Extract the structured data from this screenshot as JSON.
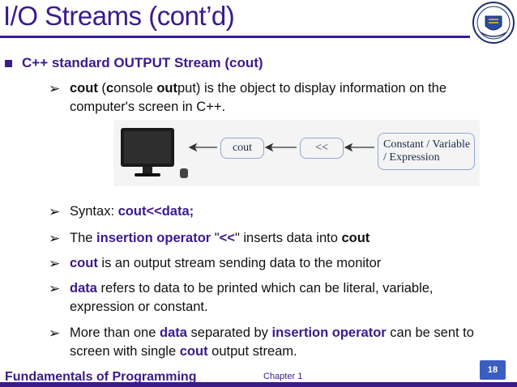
{
  "slide": {
    "title": "I/O Streams (cont’d)",
    "heading": "C++ standard OUTPUT Stream (cout)",
    "p1": {
      "w1": "cout",
      "w2": " (",
      "w3": "c",
      "w4": "onsole ",
      "w5": "out",
      "w6": "put) is the object to display information on the computer's screen in C++."
    },
    "diagram": {
      "box1": "cout",
      "box2": "<<",
      "box3_line1": "Constant / Variable",
      "box3_line2": "/ Expression"
    },
    "p2": {
      "w1": "Syntax: ",
      "w2": "cout<<data;"
    },
    "p3": {
      "w1": "The ",
      "w2": "insertion operator",
      "w3": " \"",
      "w4": "<<",
      "w5": "\" inserts data into ",
      "w6": "cout"
    },
    "p4": {
      "w1": "cout",
      "w2": " is an output stream sending data to the monitor"
    },
    "p5": {
      "w1": "data",
      "w2": " refers to data to be printed which can be literal, variable, expression or constant."
    },
    "p6": {
      "w1": "More than one ",
      "w2": "data",
      "w3": " separated by ",
      "w4": "insertion operator",
      "w5": " can be sent to screen with single ",
      "w6": "cout",
      "w7": " output stream."
    },
    "arrow_glyph": "➢"
  },
  "footer": {
    "course": "Fundamentals of Programming",
    "chapter": "Chapter 1",
    "page": "18"
  },
  "colors": {
    "accent": "#3b1a8c",
    "page_badge": "#3b5fc0"
  }
}
